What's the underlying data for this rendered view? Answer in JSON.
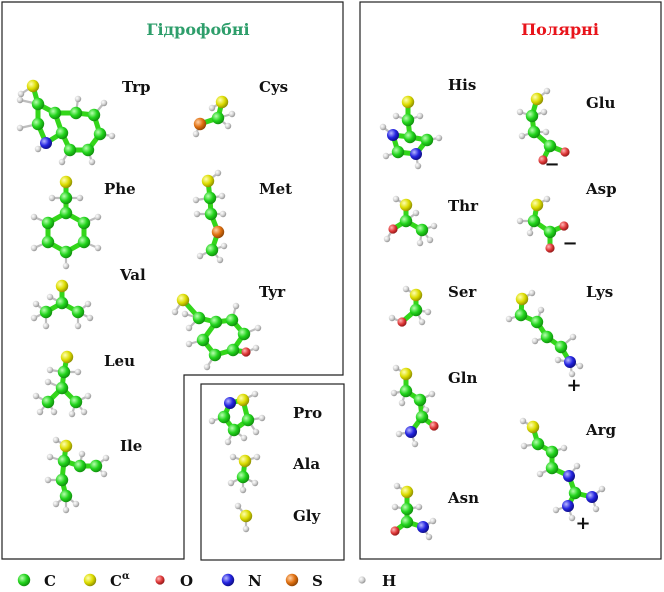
{
  "groups": {
    "hydrophobic": {
      "title": "Гідрофобні",
      "color": "#2e9e6b"
    },
    "polar": {
      "title": "Полярні",
      "color": "#e8141b"
    }
  },
  "amino_acids": {
    "trp": "Trp",
    "cys": "Cys",
    "phe": "Phe",
    "met": "Met",
    "val": "Val",
    "tyr": "Tyr",
    "leu": "Leu",
    "ile": "Ile",
    "pro": "Pro",
    "ala": "Ala",
    "gly": "Gly",
    "his": "His",
    "glu": "Glu",
    "thr": "Thr",
    "asp": "Asp",
    "ser": "Ser",
    "lys": "Lys",
    "gln": "Gln",
    "arg": "Arg",
    "asn": "Asn"
  },
  "charges": {
    "glu": "−",
    "asp": "−",
    "lys": "+",
    "arg": "+"
  },
  "legend": [
    {
      "key": "c",
      "label": "C",
      "sup": "",
      "color": "#1fd21f",
      "icon": "green-atom"
    },
    {
      "key": "ca",
      "label": "C",
      "sup": "α",
      "color": "#d8d800",
      "icon": "yellow-atom"
    },
    {
      "key": "o",
      "label": "O",
      "sup": "",
      "color": "#e03a3a",
      "icon": "red-atom"
    },
    {
      "key": "n",
      "label": "N",
      "sup": "",
      "color": "#2222dd",
      "icon": "blue-atom"
    },
    {
      "key": "s",
      "label": "S",
      "sup": "",
      "color": "#e07010",
      "icon": "orange-atom"
    },
    {
      "key": "h",
      "label": "H",
      "sup": "",
      "color": "#c8c8c8",
      "icon": "gray-atom"
    }
  ],
  "atom_colors": {
    "C": "#1fd21f",
    "CA": "#d8d800",
    "O": "#e03a3a",
    "N": "#2222dd",
    "S": "#e07010",
    "H": "#c8c8c8"
  }
}
